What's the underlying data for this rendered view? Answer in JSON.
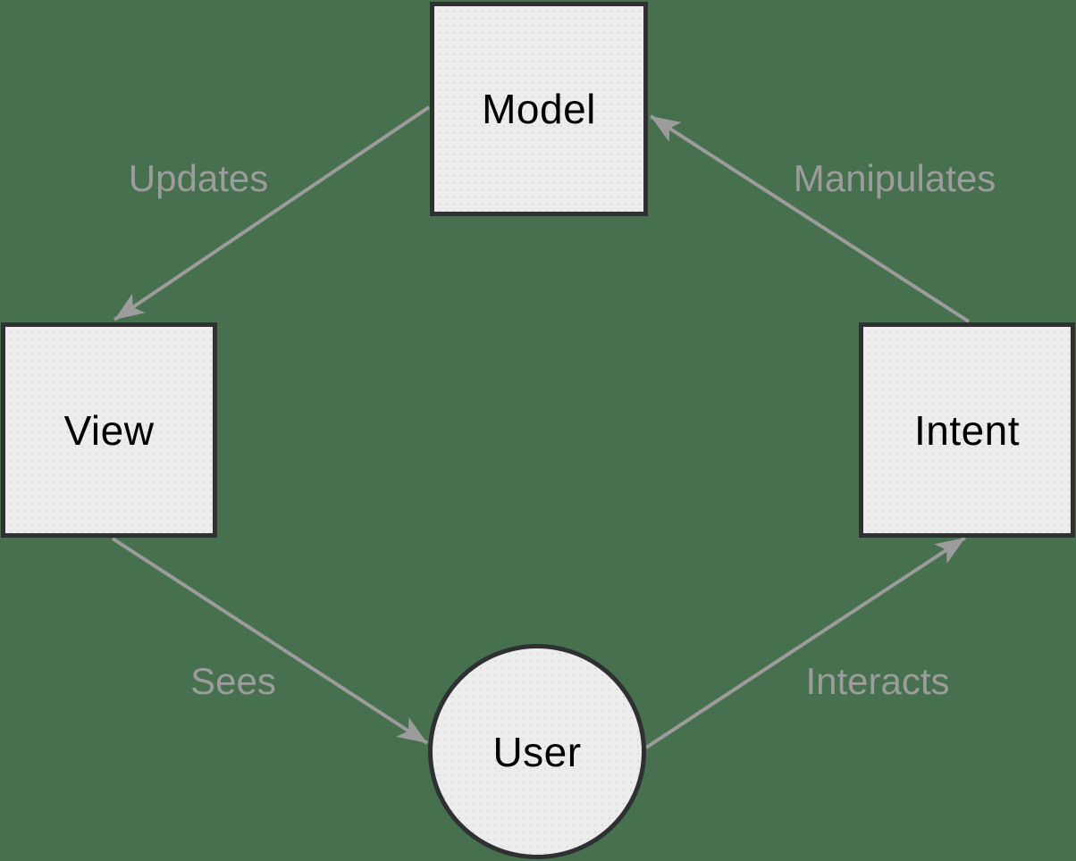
{
  "diagram": {
    "nodes": [
      {
        "id": "model",
        "label": "Model",
        "shape": "square",
        "position": "top-center"
      },
      {
        "id": "view",
        "label": "View",
        "shape": "square",
        "position": "middle-left"
      },
      {
        "id": "intent",
        "label": "Intent",
        "shape": "square",
        "position": "middle-right"
      },
      {
        "id": "user",
        "label": "User",
        "shape": "circle",
        "position": "bottom-center"
      }
    ],
    "edges": [
      {
        "from": "model",
        "to": "view",
        "label": "Updates"
      },
      {
        "from": "view",
        "to": "user",
        "label": "Sees"
      },
      {
        "from": "user",
        "to": "intent",
        "label": "Interacts"
      },
      {
        "from": "intent",
        "to": "model",
        "label": "Manipulates"
      }
    ],
    "colors": {
      "background": "#47704E",
      "node_fill": "#ECECEC",
      "node_texture_dot": "#DADADA",
      "node_border": "#2E3031",
      "node_text": "#000000",
      "edge_stroke": "#9C9C9C",
      "edge_label_text": "#9C9C9C"
    }
  }
}
